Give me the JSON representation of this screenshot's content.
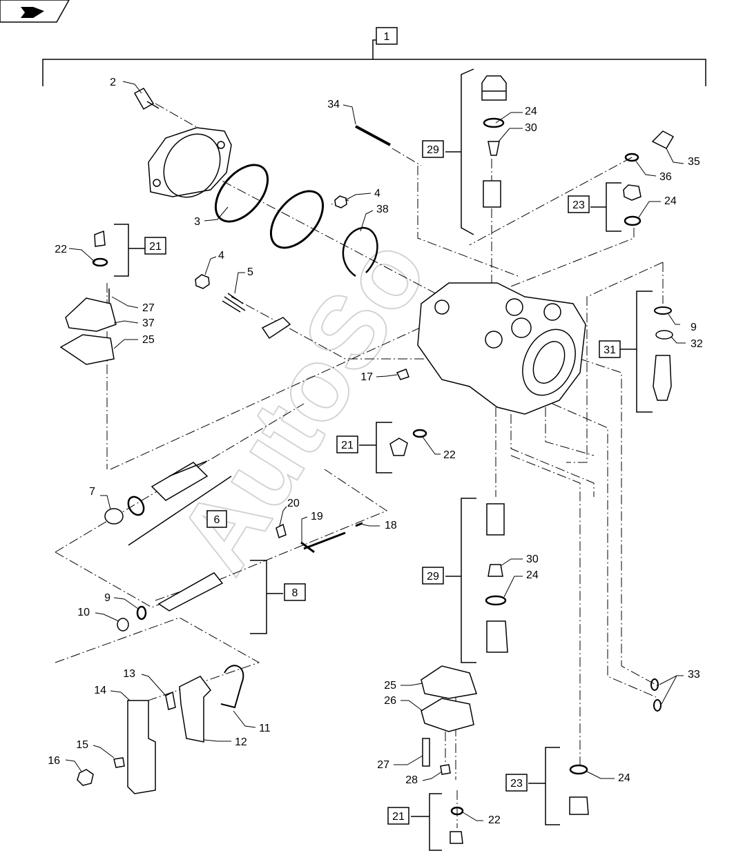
{
  "diagram": {
    "watermark": "AutoSo",
    "top_label": "1",
    "callouts": {
      "c2": "2",
      "c34": "34",
      "c24a": "24",
      "c30a": "30",
      "c35": "35",
      "c36": "36",
      "c4a": "4",
      "c38": "38",
      "c24b": "24",
      "c3": "3",
      "c22a": "22",
      "c4b": "4",
      "c5": "5",
      "c27a": "27",
      "c37": "37",
      "c25a": "25",
      "c9a": "9",
      "c32": "32",
      "c17": "17",
      "c22b": "22",
      "c7": "7",
      "c20": "20",
      "c19": "19",
      "c18": "18",
      "c30b": "30",
      "c24c": "24",
      "c9b": "9",
      "c10": "10",
      "c13": "13",
      "c14": "14",
      "c11": "11",
      "c12": "12",
      "c15": "15",
      "c16": "16",
      "c25b": "25",
      "c26": "26",
      "c33": "33",
      "c27b": "27",
      "c28": "28",
      "c24d": "24",
      "c22c": "22"
    },
    "boxes": {
      "b29a": "29",
      "b23a": "23",
      "b21a": "21",
      "b31": "31",
      "b21b": "21",
      "b6": "6",
      "b8": "8",
      "b29b": "29",
      "b23b": "23",
      "b21c": "21"
    }
  }
}
